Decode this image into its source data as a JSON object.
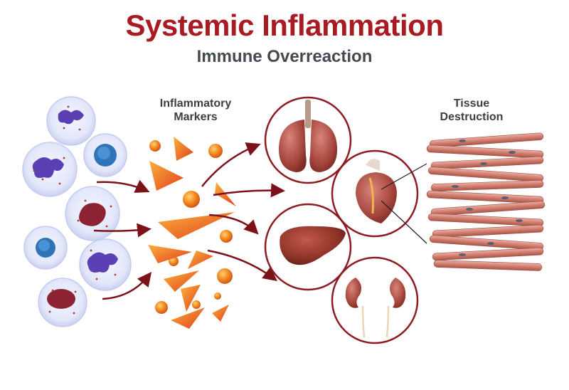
{
  "title": "Systemic Inflammation",
  "subtitle": "Immune Overreaction",
  "labels": {
    "markers_line1": "Inflammatory",
    "markers_line2": "Markers",
    "tissue_line1": "Tissue",
    "tissue_line2": "Destruction"
  },
  "colors": {
    "title": "#a81b22",
    "subtitle": "#444a52",
    "arrow": "#7a1218",
    "circle_border": "#8f1b22",
    "marker_orange": "#f07a1c",
    "muscle": "#d98a7e"
  },
  "organs": [
    "lungs",
    "heart",
    "liver",
    "kidneys"
  ],
  "cells": [
    "neutrophil",
    "lymphocyte",
    "neutrophil",
    "monocyte",
    "lymphocyte",
    "neutrophil",
    "monocyte"
  ]
}
